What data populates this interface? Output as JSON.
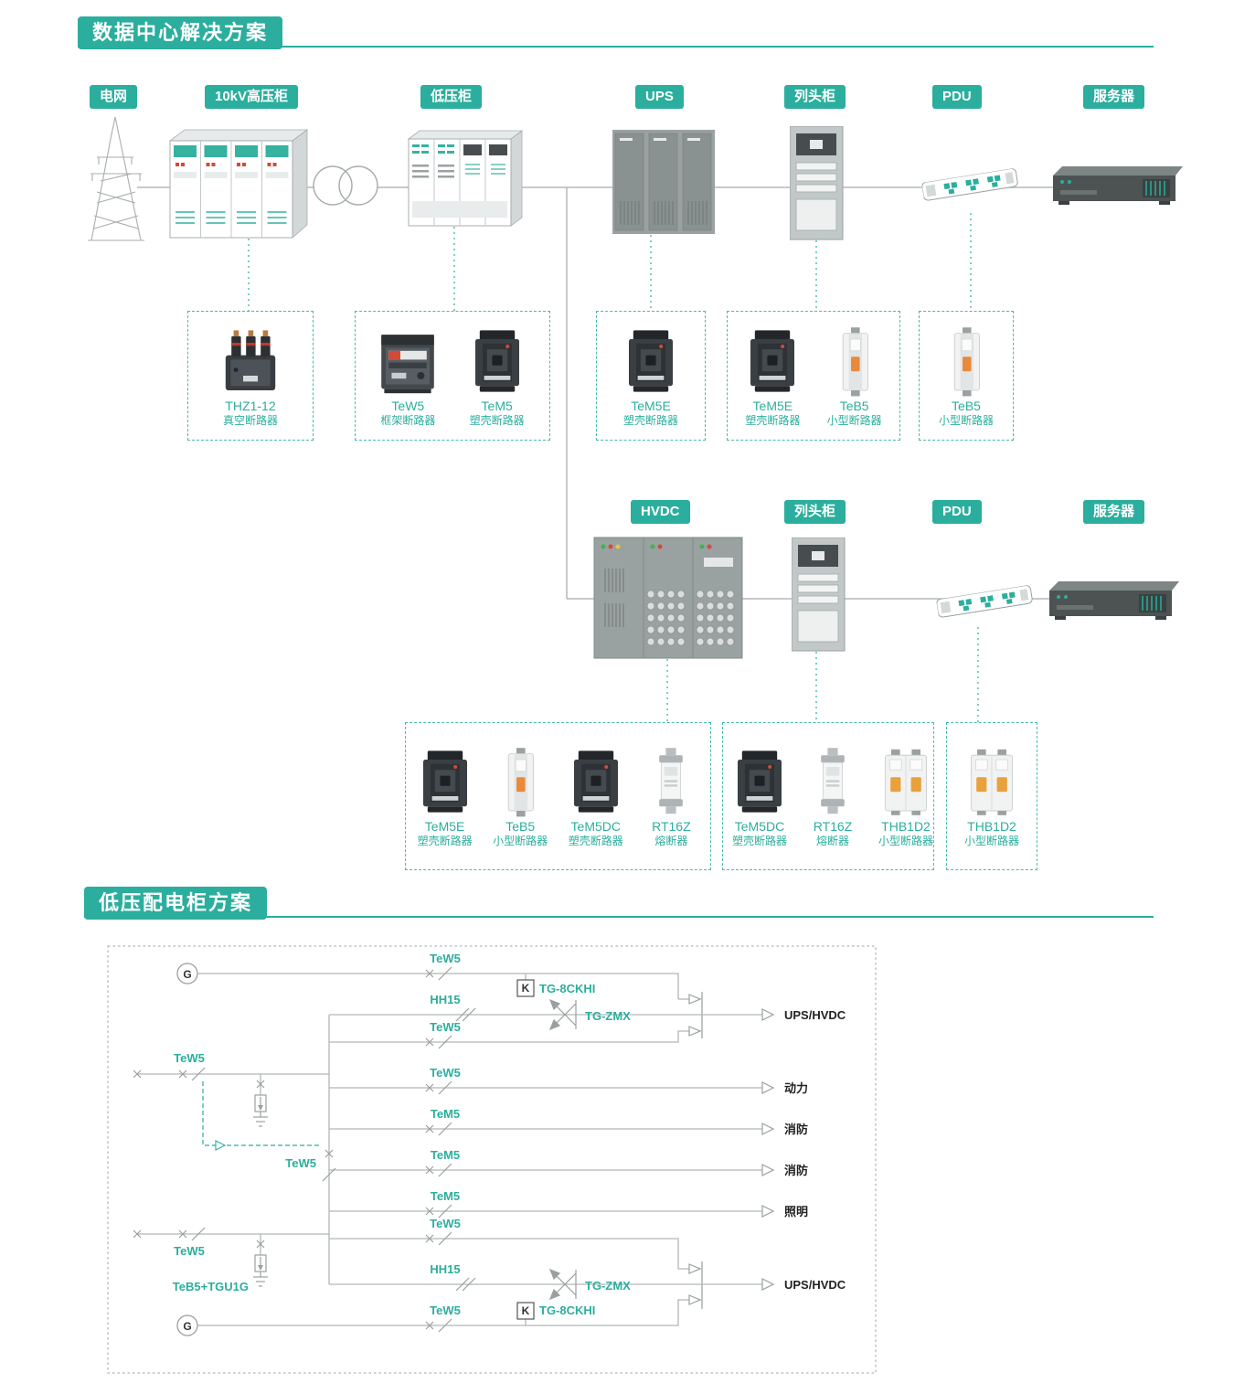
{
  "page": {
    "section1_title": "数据中心解决方案",
    "section2_title": "低压配电柜方案"
  },
  "row1": {
    "labels": {
      "grid": "电网",
      "hv_cabinet": "10kV高压柜",
      "lv_cabinet": "低压柜",
      "ups": "UPS",
      "row_head_cabinet": "列头柜",
      "pdu": "PDU",
      "server": "服务器"
    },
    "callouts": [
      {
        "products": [
          {
            "name": "THZ1-12",
            "desc": "真空断路器",
            "icon": "#sym-vcb"
          }
        ]
      },
      {
        "products": [
          {
            "name": "TeW5",
            "desc": "框架断路器",
            "icon": "#sym-acb"
          },
          {
            "name": "TeM5",
            "desc": "塑壳断路器",
            "icon": "#sym-mccb"
          }
        ]
      },
      {
        "products": [
          {
            "name": "TeM5E",
            "desc": "塑壳断路器",
            "icon": "#sym-mccb"
          }
        ]
      },
      {
        "products": [
          {
            "name": "TeM5E",
            "desc": "塑壳断路器",
            "icon": "#sym-mccb"
          },
          {
            "name": "TeB5",
            "desc": "小型断路器",
            "icon": "#sym-mcb"
          }
        ]
      },
      {
        "products": [
          {
            "name": "TeB5",
            "desc": "小型断路器",
            "icon": "#sym-mcb"
          }
        ]
      }
    ]
  },
  "row2": {
    "labels": {
      "hvdc": "HVDC",
      "row_head_cabinet": "列头柜",
      "pdu": "PDU",
      "server": "服务器"
    },
    "callouts": [
      {
        "products": [
          {
            "name": "TeM5E",
            "desc": "塑壳断路器",
            "icon": "#sym-mccb"
          },
          {
            "name": "TeB5",
            "desc": "小型断路器",
            "icon": "#sym-mcb"
          },
          {
            "name": "TeM5DC",
            "desc": "塑壳断路器",
            "icon": "#sym-mccb"
          },
          {
            "name": "RT16Z",
            "desc": "熔断器",
            "icon": "#sym-fuse"
          }
        ]
      },
      {
        "products": [
          {
            "name": "TeM5DC",
            "desc": "塑壳断路器",
            "icon": "#sym-mccb"
          },
          {
            "name": "RT16Z",
            "desc": "熔断器",
            "icon": "#sym-fuse"
          },
          {
            "name": "THB1D2",
            "desc": "小型断路器",
            "icon": "#sym-mcb2"
          }
        ]
      },
      {
        "products": [
          {
            "name": "THB1D2",
            "desc": "小型断路器",
            "icon": "#sym-mcb2"
          }
        ]
      }
    ]
  },
  "schematic": {
    "generator_top": "G",
    "generator_bottom": "G",
    "labels": {
      "tew5_gen_top": "TeW5",
      "k_top": "K",
      "tg8ckhi_top": "TG-8CKHI",
      "hh15_top": "HH15",
      "tgzmx_top": "TG-ZMX",
      "tew5_ats_top": "TeW5",
      "tew5_incoming1": "TeW5",
      "tew5_feeder_power": "TeW5",
      "tem5_feeder_fire1": "TeM5",
      "tew5_bus_tie": "TeW5",
      "tem5_feeder_fire2": "TeM5",
      "tem5_feeder_lighting": "TeM5",
      "tew5_ats_bottom": "TeW5",
      "hh15_bottom": "HH15",
      "tgzmx_bottom": "TG-ZMX",
      "tew5_incoming2": "TeW5",
      "teb5_tgu1g": "TeB5+TGU1G",
      "tew5_gen_bottom": "TeW5",
      "k_bottom": "K",
      "tg8ckhi_bottom": "TG-8CKHI"
    },
    "outputs": [
      "UPS/HVDC",
      "动力",
      "消防",
      "消防",
      "照明",
      "UPS/HVDC"
    ]
  },
  "colors": {
    "teal": "#2BAE9D",
    "dashed_teal": "#45BCAB",
    "line_gray": "#B4B8B8",
    "red": "#D24A38"
  }
}
